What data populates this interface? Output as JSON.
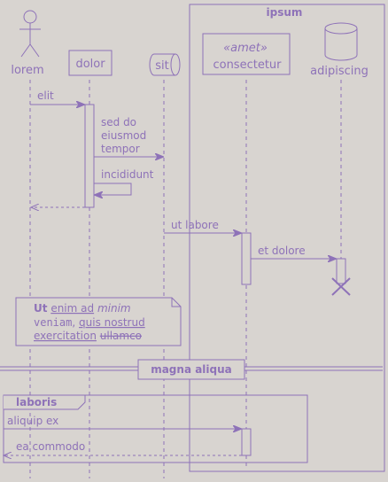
{
  "participants": {
    "lorem": "lorem",
    "dolor": "dolor",
    "sit": "sit",
    "consectetur_stereo": "«amet»",
    "consectetur": "consectetur",
    "adipiscing": "adipiscing"
  },
  "box_title": "ipsum",
  "messages": {
    "m1": "elit",
    "m2_line1": "sed do",
    "m2_line2": "eiusmod",
    "m2_line3": "tempor",
    "m3": "incididunt",
    "m4": "ut labore",
    "m5": "et dolore",
    "m6": "aliquip ex",
    "m7": "ea commodo"
  },
  "note": {
    "w_ut": "Ut",
    "w_enim": "enim ad",
    "w_minim": "minim",
    "w_veniam": "veniam",
    "w_comma": ",",
    "w_quis": "quis nostrud",
    "w_exercitation": "exercitation",
    "w_ullamco": "ullamco"
  },
  "divider": "magna aliqua",
  "group": "laboris"
}
